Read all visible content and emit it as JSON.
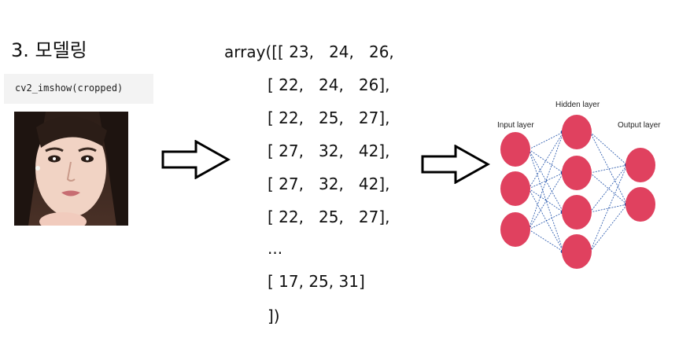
{
  "heading": "3. 모델링",
  "code_label": "cv2_imshow(cropped)",
  "array_lines": [
    "array([[ 23,   24,   26,",
    "[ 22,   24,   26],",
    "[ 22,   25,   27],",
    "[ 27,   32,   42],",
    "[ 27,   32,   42],",
    "[ 22,   25,   27],",
    "...",
    "[ 17, 25, 31]",
    "])"
  ],
  "network": {
    "input_label": "Input layer",
    "hidden_label": "Hidden layer",
    "output_label": "Output layer",
    "node_color": "#e0415f",
    "edge_color": "#1d4fa8"
  },
  "colors": {
    "background": "#ffffff",
    "code_bg": "#f3f3f3"
  }
}
